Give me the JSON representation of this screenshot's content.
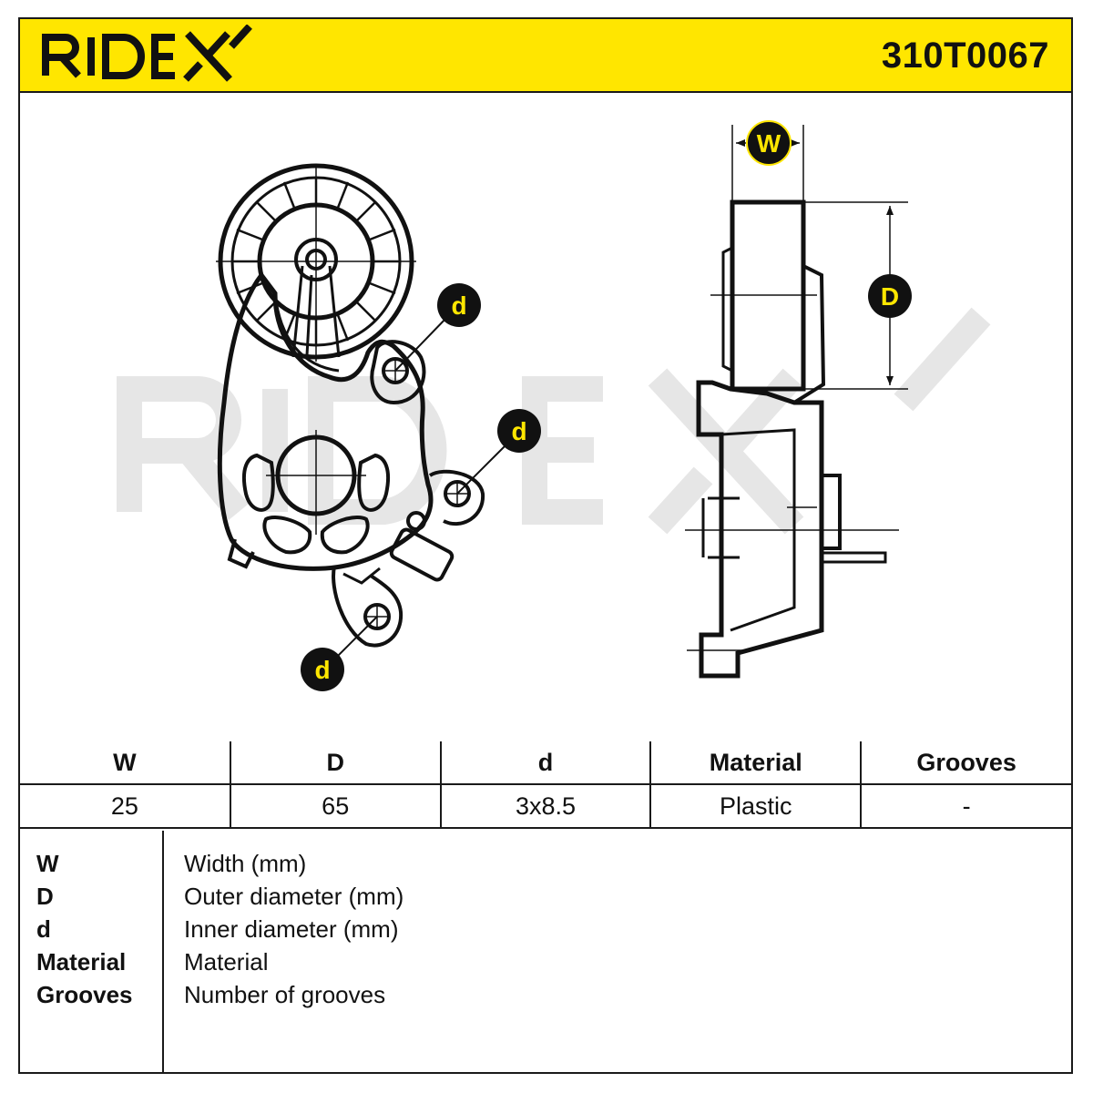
{
  "brand": {
    "name": "RIDEX",
    "accent_color": "#ffe600"
  },
  "part_number": "310T0067",
  "drawing": {
    "watermark": "RIDEX",
    "labels": {
      "width": "W",
      "outer_diameter": "D",
      "inner_diameter": "d"
    }
  },
  "spec_table": {
    "headers": [
      "W",
      "D",
      "d",
      "Material",
      "Grooves"
    ],
    "values": [
      "25",
      "65",
      "3x8.5",
      "Plastic",
      "-"
    ]
  },
  "legend": [
    {
      "abbr": "W",
      "desc": "Width (mm)"
    },
    {
      "abbr": "D",
      "desc": "Outer diameter (mm)"
    },
    {
      "abbr": "d",
      "desc": "Inner diameter (mm)"
    },
    {
      "abbr": "Material",
      "desc": "Material"
    },
    {
      "abbr": "Grooves",
      "desc": "Number of grooves"
    }
  ]
}
